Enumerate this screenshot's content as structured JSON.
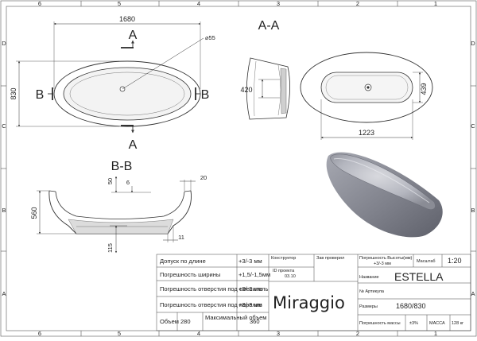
{
  "frame": {
    "cols_top": [
      "6",
      "5",
      "4",
      "3",
      "2",
      "1"
    ],
    "cols_bottom": [
      "6",
      "5",
      "4",
      "3",
      "2",
      "1"
    ],
    "rows_left": [
      "D",
      "C",
      "B",
      "A"
    ],
    "rows_right": [
      "D",
      "C",
      "B",
      "A"
    ]
  },
  "top_view": {
    "dim_length": "1680",
    "dim_width": "830",
    "drain_dim": "⌀55",
    "section_a_top": "A",
    "section_a_bottom": "A",
    "section_b_left": "B",
    "section_b_right": "B"
  },
  "section_aa": {
    "title": "A-A",
    "dim_height": "420",
    "dim_inner_length": "1223",
    "dim_inner_width": "439"
  },
  "section_bb": {
    "title": "B-B",
    "dim_height": "560",
    "dim_rim_top": "50",
    "dim_rim": "6",
    "dim_rim_width": "20",
    "dim_base_height": "115",
    "dim_base_offset": "11"
  },
  "title_block": {
    "rows": [
      {
        "label": "Допуск по длине",
        "value": "+3/-3 мм"
      },
      {
        "label": "Погрешность ширины",
        "value": "+1,5/-1,5мм"
      },
      {
        "label": "Погрешность отверстия под смеситель",
        "value": "+3/-3 мм"
      },
      {
        "label": "Погрешность отверстия под перелив",
        "value": "+3/-3 мм"
      }
    ],
    "volume_label": "Объем",
    "volume_value": "280",
    "max_volume_label": "Максимальный объем",
    "max_volume_value": "360",
    "designer_label": "Конструктор",
    "checker_label": "Зав проверил",
    "id_label": "ID проекта",
    "id_value": "03.10",
    "brand": "Miraggio",
    "height_tol_label": "Погрешность Высоты(мм)",
    "height_tol_value": "+3/-3 мм",
    "scale_label": "Масштаб",
    "scale_value": "1:20",
    "name_label": "Название",
    "name_value": "ESTELLA",
    "article_label": "№ Артикула",
    "size_label": "Размеры",
    "size_value": "1680/830",
    "mass_tol_label": "Погрешность массы",
    "mass_tol_value": "±3%",
    "mass_label": "МАССА",
    "mass_value": "128 кг"
  },
  "colors": {
    "line": "#333333",
    "tub_fill": "#eeeeee",
    "render_body": "#8d8f98"
  }
}
